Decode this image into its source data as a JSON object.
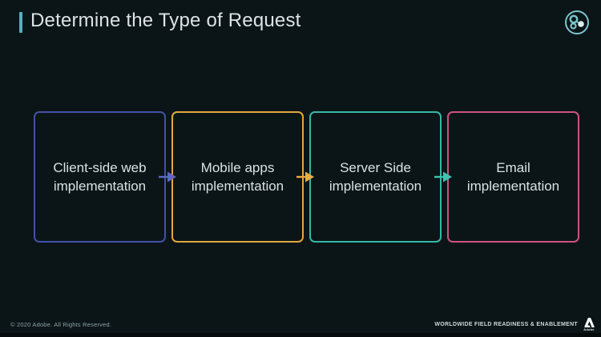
{
  "slide": {
    "title": "Determine the Type of Request",
    "background_color": "#0b1518",
    "accent_color": "#4fb4bd"
  },
  "steps": [
    {
      "line1": "Client-side web",
      "line2": "implementation",
      "border_color": "#4351a8"
    },
    {
      "line1": "Mobile apps",
      "line2": "implementation",
      "border_color": "#e0a83e"
    },
    {
      "line1": "Server Side",
      "line2": "implementation",
      "border_color": "#36b7a7"
    },
    {
      "line1": "Email",
      "line2": "implementation",
      "border_color": "#cc5380"
    }
  ],
  "arrows": [
    {
      "direction": "right",
      "color": "#5c68c4"
    },
    {
      "direction": "right",
      "color": "#e8ad45"
    },
    {
      "direction": "right",
      "color": "#3cc4b0"
    }
  ],
  "icons": {
    "cluster_icon_color": "#79c4cc",
    "cluster_icon_node_fill": "#dceef0"
  },
  "footer": {
    "copyright": "© 2020 Adobe. All Rights Reserved.",
    "org_label": "WORLDWIDE FIELD READINESS & ENABLEMENT",
    "logo_text": "Adobe"
  }
}
